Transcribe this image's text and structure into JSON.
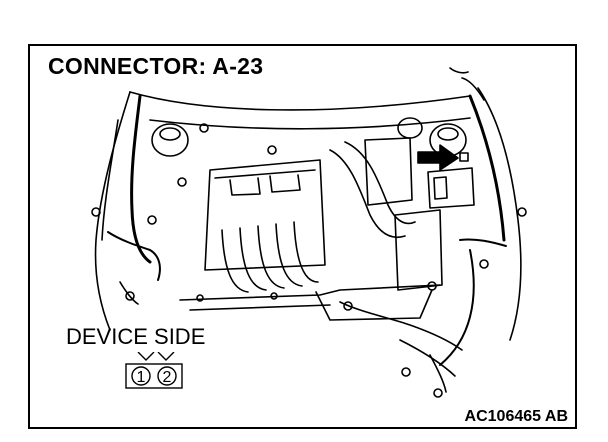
{
  "title": "CONNECTOR: A-23",
  "device_label": "DEVICE SIDE",
  "pins": [
    "1",
    "2"
  ],
  "figure_code": "AC106465 AB"
}
